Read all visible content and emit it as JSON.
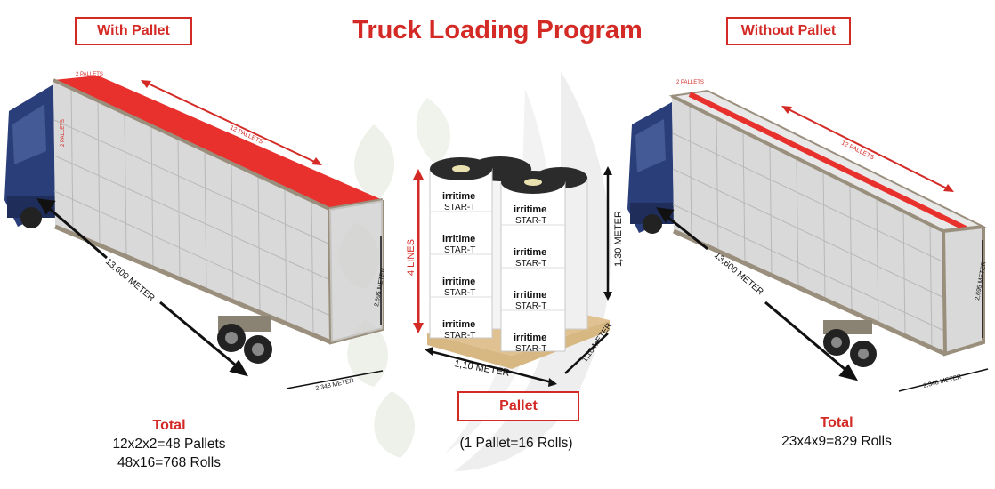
{
  "title": "Truck Loading Program",
  "left": {
    "label": "With Pallet",
    "dim_length": "13,600 METER",
    "dim_height": "2,695 METER",
    "dim_width": "2,348 METER",
    "top_length": "12 PALLETS",
    "top_width": "2 PALLETS",
    "side_height": "2 PALLETS",
    "total_label": "Total",
    "line1": "12x2x2=48 Pallets",
    "line2": "48x16=768 Rolls"
  },
  "center": {
    "label": "Pallet",
    "lines": "4 LINES",
    "height": "1,30 METER",
    "width": "1,10 METER",
    "depth": "1,10 METER",
    "roll_brand": "irritime",
    "roll_model": "STAR-T",
    "caption": "(1 Pallet=16 Rolls)"
  },
  "right": {
    "label": "Without Pallet",
    "dim_length": "13,600 METER",
    "dim_height": "2,695 METER",
    "dim_width": "2,348 METER",
    "top_length": "12 PALLETS",
    "top_width": "2 PALLETS",
    "total_label": "Total",
    "line1": "23x4x9=829 Rolls"
  },
  "colors": {
    "accent": "#d42a26",
    "cab": "#2a3e7a",
    "trailer_frame": "#9a8f7d",
    "pallet_wood": "#e0c292"
  }
}
